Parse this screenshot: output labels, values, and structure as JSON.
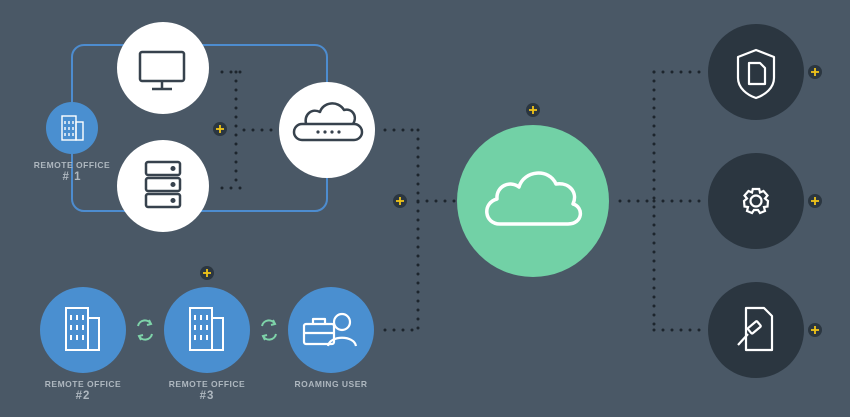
{
  "diagram": {
    "remote_office_1": {
      "label": "REMOTE OFFICE",
      "number": "# 1"
    },
    "remote_office_2": {
      "label": "REMOTE OFFICE",
      "number": "#2"
    },
    "remote_office_3": {
      "label": "REMOTE OFFICE",
      "number": "#3"
    },
    "roaming_user": {
      "label": "ROAMING USER"
    }
  },
  "colors": {
    "background": "#4a5866",
    "node_white": "#ffffff",
    "node_blue": "#4a8fd0",
    "node_dark": "#2b3640",
    "cloud_green": "#72d1a6",
    "plus_yellow": "#f0c419",
    "link_line": "#4d8ccf",
    "dots": "#1d252d",
    "sync_green": "#7ed3a9"
  },
  "icons": {
    "desktop": "monitor-icon",
    "server": "server-stack-icon",
    "gateway": "cloud-gateway-icon",
    "building": "building-icon",
    "roaming": "briefcase-user-icon",
    "cloud": "cloud-icon",
    "document": "document-shield-icon",
    "gear": "gear-icon",
    "legal": "legal-document-icon",
    "plus": "plus-icon",
    "sync": "sync-arrows-icon"
  }
}
